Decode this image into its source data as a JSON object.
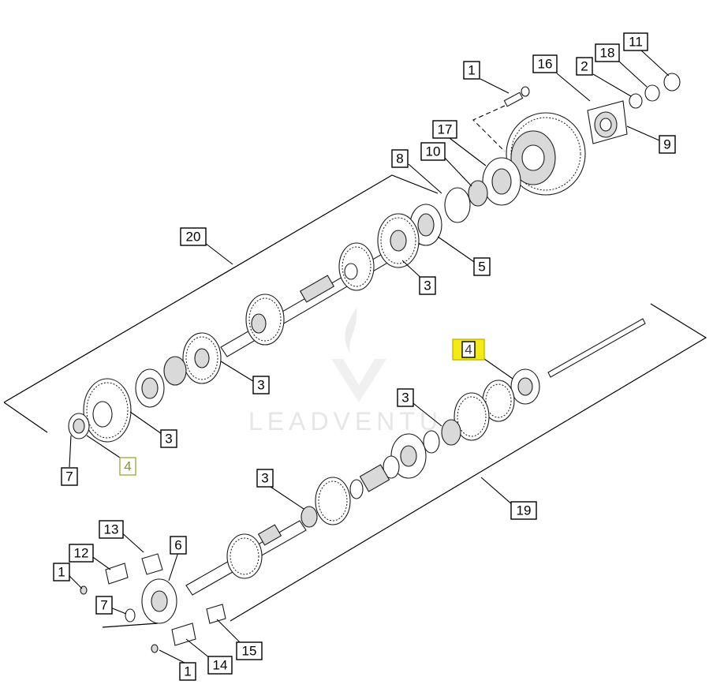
{
  "watermark": {
    "text": "LEADVENTU"
  },
  "callouts": [
    {
      "id": "c-1-top",
      "label": "1"
    },
    {
      "id": "c-16",
      "label": "16"
    },
    {
      "id": "c-2",
      "label": "2"
    },
    {
      "id": "c-18",
      "label": "18"
    },
    {
      "id": "c-11",
      "label": "11"
    },
    {
      "id": "c-9",
      "label": "9"
    },
    {
      "id": "c-17",
      "label": "17"
    },
    {
      "id": "c-10",
      "label": "10"
    },
    {
      "id": "c-8",
      "label": "8"
    },
    {
      "id": "c-20",
      "label": "20"
    },
    {
      "id": "c-5",
      "label": "5"
    },
    {
      "id": "c-3-a",
      "label": "3"
    },
    {
      "id": "c-4-highlight",
      "label": "4"
    },
    {
      "id": "c-3-b",
      "label": "3"
    },
    {
      "id": "c-3-c",
      "label": "3"
    },
    {
      "id": "c-3-d",
      "label": "3"
    },
    {
      "id": "c-7-upper",
      "label": "7"
    },
    {
      "id": "c-4-lower",
      "label": "4"
    },
    {
      "id": "c-3-e",
      "label": "3"
    },
    {
      "id": "c-19",
      "label": "19"
    },
    {
      "id": "c-13",
      "label": "13"
    },
    {
      "id": "c-6",
      "label": "6"
    },
    {
      "id": "c-12",
      "label": "12"
    },
    {
      "id": "c-1-mid",
      "label": "1"
    },
    {
      "id": "c-7-lower",
      "label": "7"
    },
    {
      "id": "c-15",
      "label": "15"
    },
    {
      "id": "c-14",
      "label": "14"
    },
    {
      "id": "c-1-bottom",
      "label": "1"
    }
  ],
  "colors": {
    "highlight": "#f4ea1a",
    "line": "#000000",
    "watermark": "#e6e6e6"
  }
}
